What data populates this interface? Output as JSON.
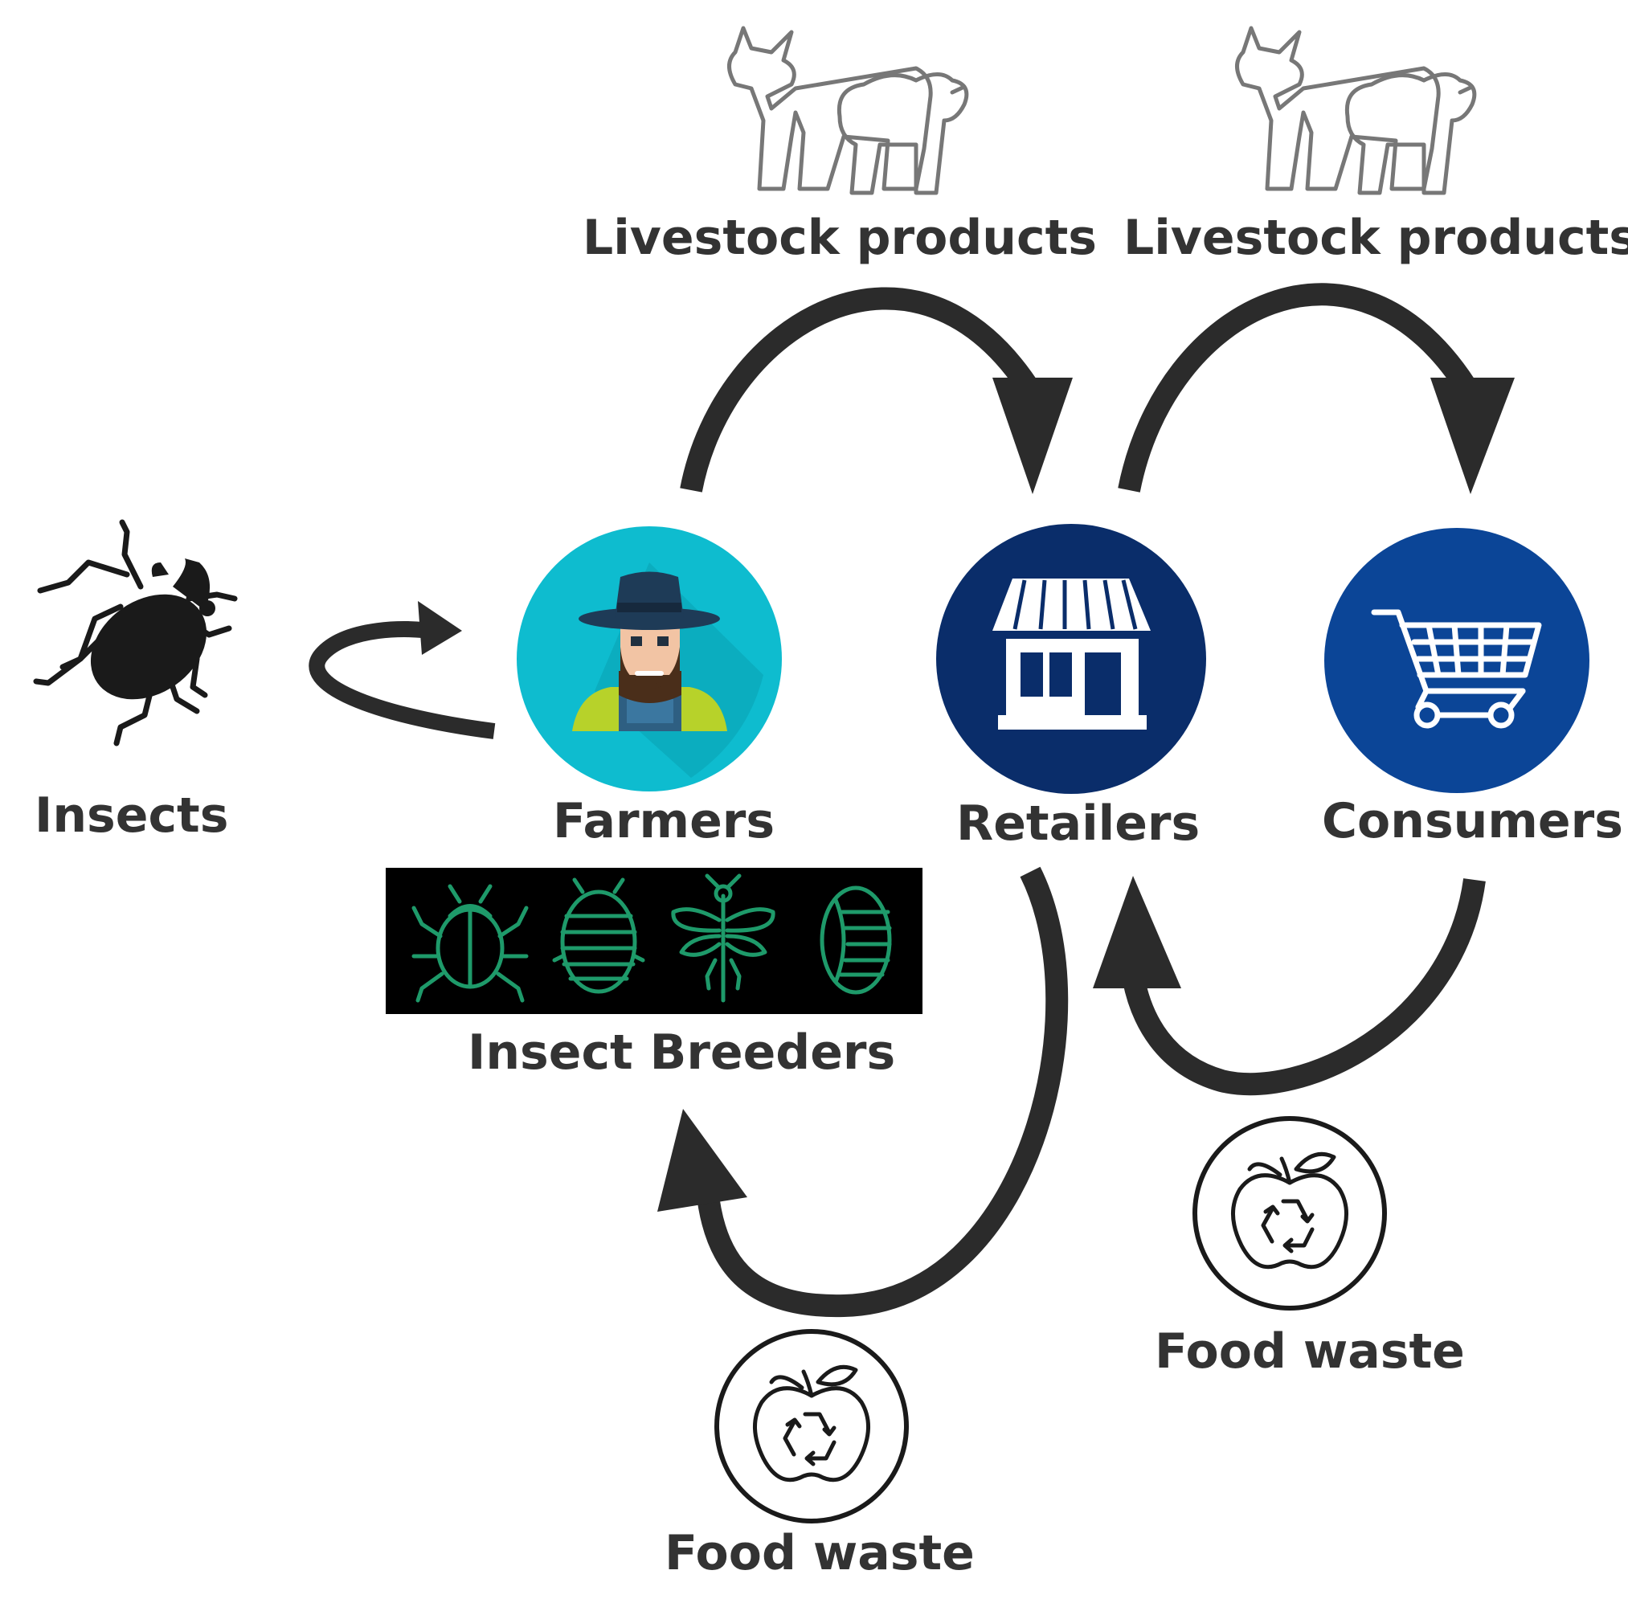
{
  "labels": {
    "insects": "Insects",
    "farmers": "Farmers",
    "retailers": "Retailers",
    "consumers": "Consumers",
    "insect_breeders": "Insect Breeders",
    "livestock_products_1": "Livestock products",
    "livestock_products_2": "Livestock products",
    "food_waste_1": "Food waste",
    "food_waste_2": "Food waste"
  },
  "icons": {
    "insects": "beetle-icon",
    "farmers": "farmer-icon",
    "retailers": "store-icon",
    "consumers": "shopping-cart-icon",
    "insect_breeders": "insect-breeders-icon",
    "livestock": "cow-sheep-icon",
    "food_waste": "recycled-apple-icon"
  },
  "colors": {
    "farmers_circle": "#0ebccf",
    "retailers_circle": "#0a2d6a",
    "consumers_circle": "#0b4597",
    "breeders_background": "#000000",
    "breeders_icons": "#1e9a6a",
    "arrows": "#2b2b2b",
    "text": "#333333"
  }
}
